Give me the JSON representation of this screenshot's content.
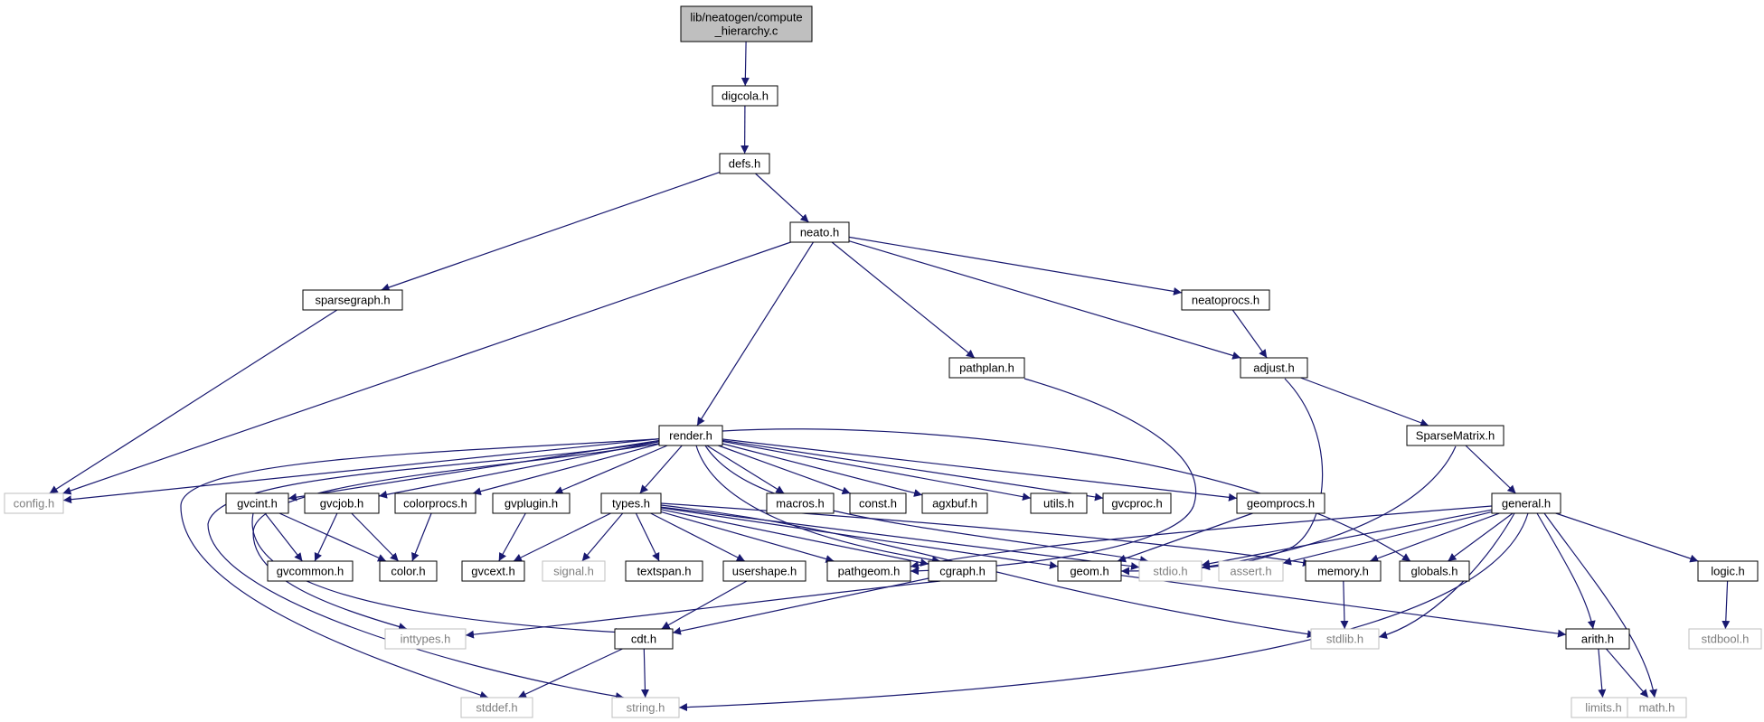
{
  "diagram": {
    "type": "include-dependency-graph",
    "colors": {
      "edge": "#191970",
      "node_border": "#000000",
      "external_border": "#bfbfbf",
      "root_fill": "#bfbfbf",
      "external_text": "#7f7f7f"
    },
    "nodes": [
      {
        "id": "root",
        "lines": [
          "lib/neatogen/compute",
          "_hierarchy.c"
        ],
        "kind": "root"
      },
      {
        "id": "digcola",
        "lines": [
          "digcola.h"
        ],
        "kind": "internal"
      },
      {
        "id": "defs",
        "lines": [
          "defs.h"
        ],
        "kind": "internal"
      },
      {
        "id": "neato",
        "lines": [
          "neato.h"
        ],
        "kind": "internal"
      },
      {
        "id": "sparsegraph",
        "lines": [
          "sparsegraph.h"
        ],
        "kind": "internal"
      },
      {
        "id": "neatoprocs",
        "lines": [
          "neatoprocs.h"
        ],
        "kind": "internal"
      },
      {
        "id": "pathplan",
        "lines": [
          "pathplan.h"
        ],
        "kind": "internal"
      },
      {
        "id": "adjust",
        "lines": [
          "adjust.h"
        ],
        "kind": "internal"
      },
      {
        "id": "render",
        "lines": [
          "render.h"
        ],
        "kind": "internal"
      },
      {
        "id": "sparsematrix",
        "lines": [
          "SparseMatrix.h"
        ],
        "kind": "internal"
      },
      {
        "id": "config",
        "lines": [
          "config.h"
        ],
        "kind": "external"
      },
      {
        "id": "gvcint",
        "lines": [
          "gvcint.h"
        ],
        "kind": "internal"
      },
      {
        "id": "gvcjob",
        "lines": [
          "gvcjob.h"
        ],
        "kind": "internal"
      },
      {
        "id": "colorprocs",
        "lines": [
          "colorprocs.h"
        ],
        "kind": "internal"
      },
      {
        "id": "gvplugin",
        "lines": [
          "gvplugin.h"
        ],
        "kind": "internal"
      },
      {
        "id": "types",
        "lines": [
          "types.h"
        ],
        "kind": "internal"
      },
      {
        "id": "macros",
        "lines": [
          "macros.h"
        ],
        "kind": "internal"
      },
      {
        "id": "const",
        "lines": [
          "const.h"
        ],
        "kind": "internal"
      },
      {
        "id": "agxbuf",
        "lines": [
          "agxbuf.h"
        ],
        "kind": "internal"
      },
      {
        "id": "utils",
        "lines": [
          "utils.h"
        ],
        "kind": "internal"
      },
      {
        "id": "gvcproc",
        "lines": [
          "gvcproc.h"
        ],
        "kind": "internal"
      },
      {
        "id": "geomprocs",
        "lines": [
          "geomprocs.h"
        ],
        "kind": "internal"
      },
      {
        "id": "general",
        "lines": [
          "general.h"
        ],
        "kind": "internal"
      },
      {
        "id": "gvcommon",
        "lines": [
          "gvcommon.h"
        ],
        "kind": "internal"
      },
      {
        "id": "color",
        "lines": [
          "color.h"
        ],
        "kind": "internal"
      },
      {
        "id": "gvcext",
        "lines": [
          "gvcext.h"
        ],
        "kind": "internal"
      },
      {
        "id": "signal",
        "lines": [
          "signal.h"
        ],
        "kind": "external"
      },
      {
        "id": "textspan",
        "lines": [
          "textspan.h"
        ],
        "kind": "internal"
      },
      {
        "id": "usershape",
        "lines": [
          "usershape.h"
        ],
        "kind": "internal"
      },
      {
        "id": "pathgeom",
        "lines": [
          "pathgeom.h"
        ],
        "kind": "internal"
      },
      {
        "id": "cgraph",
        "lines": [
          "cgraph.h"
        ],
        "kind": "internal"
      },
      {
        "id": "geom",
        "lines": [
          "geom.h"
        ],
        "kind": "internal"
      },
      {
        "id": "stdio",
        "lines": [
          "stdio.h"
        ],
        "kind": "external"
      },
      {
        "id": "assert",
        "lines": [
          "assert.h"
        ],
        "kind": "external"
      },
      {
        "id": "memory",
        "lines": [
          "memory.h"
        ],
        "kind": "internal"
      },
      {
        "id": "globals",
        "lines": [
          "globals.h"
        ],
        "kind": "internal"
      },
      {
        "id": "logic",
        "lines": [
          "logic.h"
        ],
        "kind": "internal"
      },
      {
        "id": "inttypes",
        "lines": [
          "inttypes.h"
        ],
        "kind": "external"
      },
      {
        "id": "cdt",
        "lines": [
          "cdt.h"
        ],
        "kind": "internal"
      },
      {
        "id": "stdlib",
        "lines": [
          "stdlib.h"
        ],
        "kind": "external"
      },
      {
        "id": "arith",
        "lines": [
          "arith.h"
        ],
        "kind": "internal"
      },
      {
        "id": "stdbool",
        "lines": [
          "stdbool.h"
        ],
        "kind": "external"
      },
      {
        "id": "stddef",
        "lines": [
          "stddef.h"
        ],
        "kind": "external"
      },
      {
        "id": "string",
        "lines": [
          "string.h"
        ],
        "kind": "external"
      },
      {
        "id": "limits",
        "lines": [
          "limits.h"
        ],
        "kind": "external"
      },
      {
        "id": "math",
        "lines": [
          "math.h"
        ],
        "kind": "external"
      }
    ],
    "edges": [
      [
        "root",
        "digcola"
      ],
      [
        "digcola",
        "defs"
      ],
      [
        "defs",
        "sparsegraph"
      ],
      [
        "defs",
        "neato"
      ],
      [
        "sparsegraph",
        "config"
      ],
      [
        "neato",
        "config"
      ],
      [
        "neato",
        "render"
      ],
      [
        "neato",
        "pathplan"
      ],
      [
        "neato",
        "adjust"
      ],
      [
        "neato",
        "neatoprocs"
      ],
      [
        "neatoprocs",
        "adjust"
      ],
      [
        "pathplan",
        "pathgeom"
      ],
      [
        "adjust",
        "geom"
      ],
      [
        "adjust",
        "sparsematrix"
      ],
      [
        "sparsematrix",
        "stdio"
      ],
      [
        "sparsematrix",
        "general"
      ],
      [
        "render",
        "config"
      ],
      [
        "render",
        "stddef"
      ],
      [
        "render",
        "string"
      ],
      [
        "render",
        "inttypes"
      ],
      [
        "render",
        "gvcint"
      ],
      [
        "render",
        "gvcjob"
      ],
      [
        "render",
        "colorprocs"
      ],
      [
        "render",
        "gvplugin"
      ],
      [
        "render",
        "types"
      ],
      [
        "render",
        "macros"
      ],
      [
        "render",
        "const"
      ],
      [
        "render",
        "agxbuf"
      ],
      [
        "render",
        "utils"
      ],
      [
        "render",
        "gvcproc"
      ],
      [
        "render",
        "geomprocs"
      ],
      [
        "render",
        "globals"
      ],
      [
        "render",
        "cgraph"
      ],
      [
        "render",
        "stdio"
      ],
      [
        "gvcint",
        "gvcommon"
      ],
      [
        "gvcint",
        "color"
      ],
      [
        "gvcint",
        "cdt"
      ],
      [
        "gvcjob",
        "gvcommon"
      ],
      [
        "gvcjob",
        "color"
      ],
      [
        "colorprocs",
        "color"
      ],
      [
        "gvplugin",
        "gvcext"
      ],
      [
        "types",
        "gvcext"
      ],
      [
        "types",
        "signal"
      ],
      [
        "types",
        "textspan"
      ],
      [
        "types",
        "usershape"
      ],
      [
        "types",
        "pathgeom"
      ],
      [
        "types",
        "cgraph"
      ],
      [
        "types",
        "geom"
      ],
      [
        "types",
        "stdio"
      ],
      [
        "types",
        "memory"
      ],
      [
        "types",
        "stdlib"
      ],
      [
        "geomprocs",
        "geom"
      ],
      [
        "general",
        "pathgeom"
      ],
      [
        "general",
        "stdio"
      ],
      [
        "general",
        "assert"
      ],
      [
        "general",
        "memory"
      ],
      [
        "general",
        "globals"
      ],
      [
        "general",
        "logic"
      ],
      [
        "general",
        "arith"
      ],
      [
        "general",
        "math"
      ],
      [
        "general",
        "stdlib"
      ],
      [
        "general",
        "string"
      ],
      [
        "usershape",
        "cdt"
      ],
      [
        "cgraph",
        "inttypes"
      ],
      [
        "cgraph",
        "cdt"
      ],
      [
        "geom",
        "arith"
      ],
      [
        "memory",
        "stdlib"
      ],
      [
        "logic",
        "stdbool"
      ],
      [
        "cdt",
        "stddef"
      ],
      [
        "cdt",
        "string"
      ],
      [
        "arith",
        "limits"
      ],
      [
        "arith",
        "math"
      ]
    ]
  }
}
